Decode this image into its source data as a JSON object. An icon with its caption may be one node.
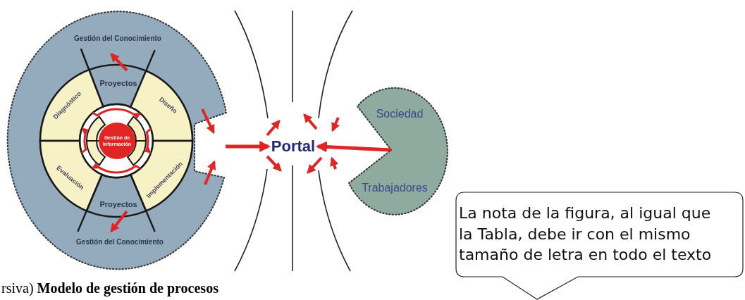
{
  "diagram": {
    "caption": "rsiva) **Modelo de gestión de procesos**",
    "nodes": [
      {
        "text": [
          "Gestión del Conocimiento",
          "Gestión del Conocimiento"
        ]
      },
      {
        "text": [
          "Proyectos"
        ],
        "in": 0
      },
      {
        "text": [
          "Diagnóstico"
        ],
        "in": 0
      },
      {
        "text": [
          "Diseño"
        ],
        "in": 0
      },
      {
        "text": [
          "Gestión de Información"
        ],
        "in": 0
      },
      {
        "text": [
          "Evaluación"
        ],
        "in": 0
      },
      {
        "text": [
          "Implementación"
        ],
        "in": 0
      },
      {
        "text": [
          "Proyectos"
        ],
        "in": 0
      },
      {
        "text": [
          "Portal"
        ]
      },
      {
        "text": [
          "Sociedad",
          "Trabajadores"
        ]
      },
      {
        "text": [
          "La nota de la figura, al igual que la Tabla, debe ir con el mismo tamaño de letra en todo el texto"
        ]
      }
    ],
    "edges": [
      {
        "from": 2,
        "to": 3,
        "arrow": "to"
      },
      {
        "from": 3,
        "to": 6,
        "arrow": "to"
      },
      {
        "from": 6,
        "to": 5,
        "arrow": "to"
      },
      {
        "from": 5,
        "to": 2,
        "arrow": "to"
      },
      {
        "from": 0,
        "to": 8,
        "arrow": "to"
      },
      {
        "from": 9,
        "to": 8,
        "arrow": "to"
      }
    ]
  }
}
